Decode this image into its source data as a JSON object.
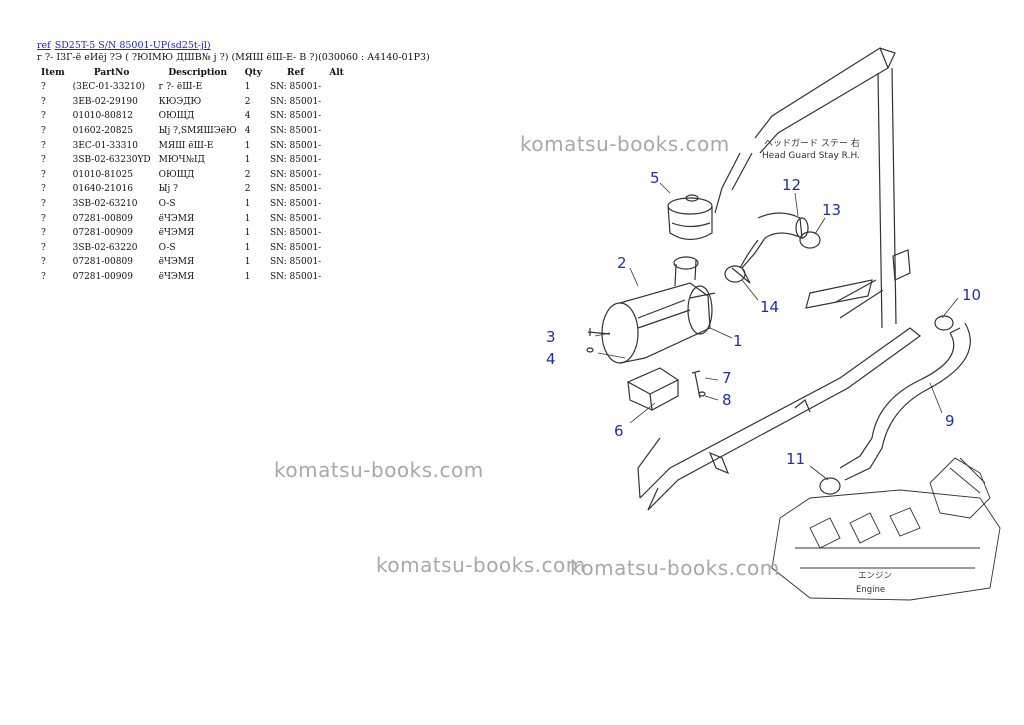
{
  "header": {
    "ref_link": "ref",
    "model_link": "SD25T-5 S/N 85001-UP(sd25t-jl)",
    "subtitle": "г ?- I3Г-ё еИёj ?Э ( ?ЮIМЮ ДШВ№ j ?) (МЯШ ёШ-Е- В ?)(030060 : A4140-01P3)"
  },
  "table": {
    "columns": [
      "Item",
      "PartNo",
      "Description",
      "Qty",
      "Ref",
      "Alt"
    ],
    "rows": [
      {
        "item": "?",
        "part": "(3EC-01-33210)",
        "desc": "г ?- ёШ-Е",
        "qty": "1",
        "ref": "SN: 85001-",
        "alt": ""
      },
      {
        "item": "?",
        "part": "3EB-02-29190",
        "desc": "КЮЭДЮ",
        "qty": "2",
        "ref": "SN: 85001-",
        "alt": ""
      },
      {
        "item": "?",
        "part": "01010-80812",
        "desc": "ОЮЩД",
        "qty": "4",
        "ref": "SN: 85001-",
        "alt": ""
      },
      {
        "item": "?",
        "part": "01602-20825",
        "desc": "Ыј ?,SМЯШЭёЮ",
        "qty": "4",
        "ref": "SN: 85001-",
        "alt": ""
      },
      {
        "item": "?",
        "part": "3EC-01-33310",
        "desc": "МЯШ ёШ-Е",
        "qty": "1",
        "ref": "SN: 85001-",
        "alt": ""
      },
      {
        "item": "?",
        "part": "3SB-02-63230YD",
        "desc": "МЮЧ№IД",
        "qty": "1",
        "ref": "SN: 85001-",
        "alt": ""
      },
      {
        "item": "?",
        "part": "01010-81025",
        "desc": "ОЮЩД",
        "qty": "2",
        "ref": "SN: 85001-",
        "alt": ""
      },
      {
        "item": "?",
        "part": "01640-21016",
        "desc": "Ыј ?",
        "qty": "2",
        "ref": "SN: 85001-",
        "alt": ""
      },
      {
        "item": "?",
        "part": "3SB-02-63210",
        "desc": "O-S",
        "qty": "1",
        "ref": "SN: 85001-",
        "alt": ""
      },
      {
        "item": "?",
        "part": "07281-00809",
        "desc": "ёЧЭМЯ",
        "qty": "1",
        "ref": "SN: 85001-",
        "alt": ""
      },
      {
        "item": "?",
        "part": "07281-00909",
        "desc": "ёЧЭМЯ",
        "qty": "1",
        "ref": "SN: 85001-",
        "alt": ""
      },
      {
        "item": "?",
        "part": "3SB-02-63220",
        "desc": "O-S",
        "qty": "1",
        "ref": "SN: 85001-",
        "alt": ""
      },
      {
        "item": "?",
        "part": "07281-00809",
        "desc": "ёЧЭМЯ",
        "qty": "1",
        "ref": "SN: 85001-",
        "alt": ""
      },
      {
        "item": "?",
        "part": "07281-00909",
        "desc": "ёЧЭМЯ",
        "qty": "1",
        "ref": "SN: 85001-",
        "alt": ""
      }
    ]
  },
  "diagram": {
    "callouts": [
      "1",
      "2",
      "3",
      "4",
      "5",
      "6",
      "7",
      "8",
      "9",
      "10",
      "11",
      "12",
      "13",
      "14"
    ],
    "label_color": "#1f2fa8",
    "guard_label_jp": "ヘッドガード ステー 右",
    "guard_label_en": "Head Guard Stay R.H.",
    "engine_label_jp": "エンジン",
    "engine_label_en": "Engine"
  },
  "watermark": {
    "text": "komatsu-books.com"
  }
}
